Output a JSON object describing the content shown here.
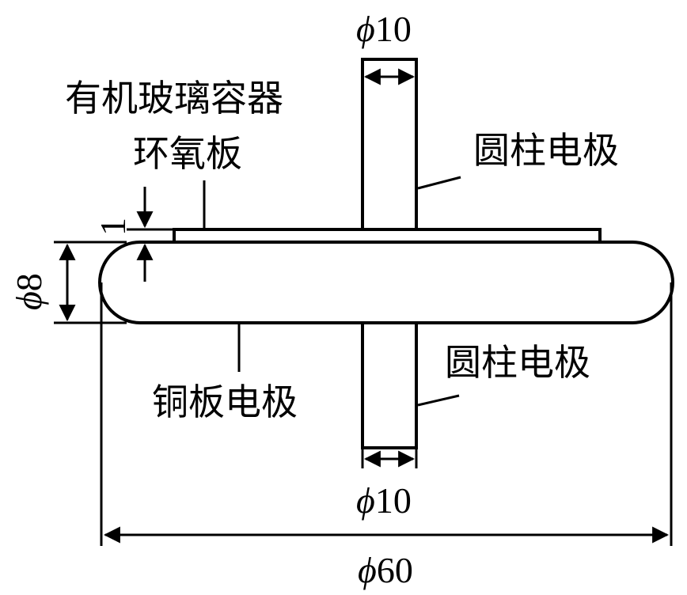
{
  "labels": {
    "plexiglass_container": "有机玻璃容器",
    "epoxy_board": "环氧板",
    "cylinder_electrode_top": "圆柱电极",
    "cylinder_electrode_bottom": "圆柱电极",
    "copper_plate_electrode": "铜板电极"
  },
  "dimensions": {
    "top_rod_symbol": "ϕ",
    "top_rod_value": "10",
    "bottom_rod_symbol": "ϕ",
    "bottom_rod_value": "10",
    "plate_thickness_symbol": "ϕ",
    "plate_thickness_value": "8",
    "plate_diameter_symbol": "ϕ",
    "plate_diameter_value": "60",
    "gap_value": "1"
  },
  "colors": {
    "line": "#000000",
    "background": "#ffffff"
  }
}
